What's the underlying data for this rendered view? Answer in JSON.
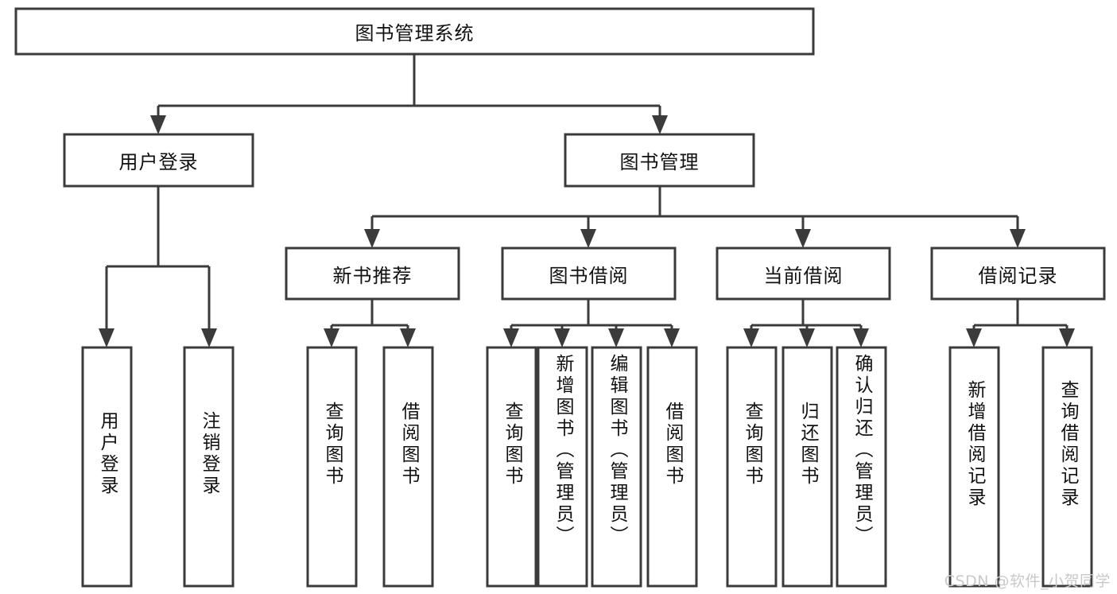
{
  "diagram": {
    "type": "tree-hierarchy",
    "title": "图书管理系统",
    "watermark": "CSDN @软件_小贺同学",
    "colors": {
      "box_stroke": "#3b3b3b",
      "box_fill": "#ffffff",
      "line": "#3b3b3b",
      "text": "#111111",
      "background": "#ffffff",
      "watermark": "#c9c9c9"
    },
    "levels": {
      "root": {
        "label": "图书管理系统"
      },
      "level2": [
        {
          "label": "用户登录"
        },
        {
          "label": "图书管理"
        }
      ],
      "level3": [
        {
          "label": "新书推荐"
        },
        {
          "label": "图书借阅"
        },
        {
          "label": "当前借阅"
        },
        {
          "label": "借阅记录"
        }
      ],
      "leaves": {
        "user_login": [
          {
            "label": "用户登录"
          },
          {
            "label": "注销登录"
          }
        ],
        "new_book_recommend": [
          {
            "label": "查询图书"
          },
          {
            "label": "借阅图书"
          }
        ],
        "book_borrow": [
          {
            "label": "查询图书"
          },
          {
            "label": "新增图书（管理员）"
          },
          {
            "label": "编辑图书（管理员）"
          },
          {
            "label": "借阅图书"
          }
        ],
        "current_borrow": [
          {
            "label": "查询图书"
          },
          {
            "label": "归还图书"
          },
          {
            "label": "确认归还（管理员）"
          }
        ],
        "borrow_record": [
          {
            "label": "新增借阅记录"
          },
          {
            "label": "查询借阅记录"
          }
        ]
      }
    }
  }
}
